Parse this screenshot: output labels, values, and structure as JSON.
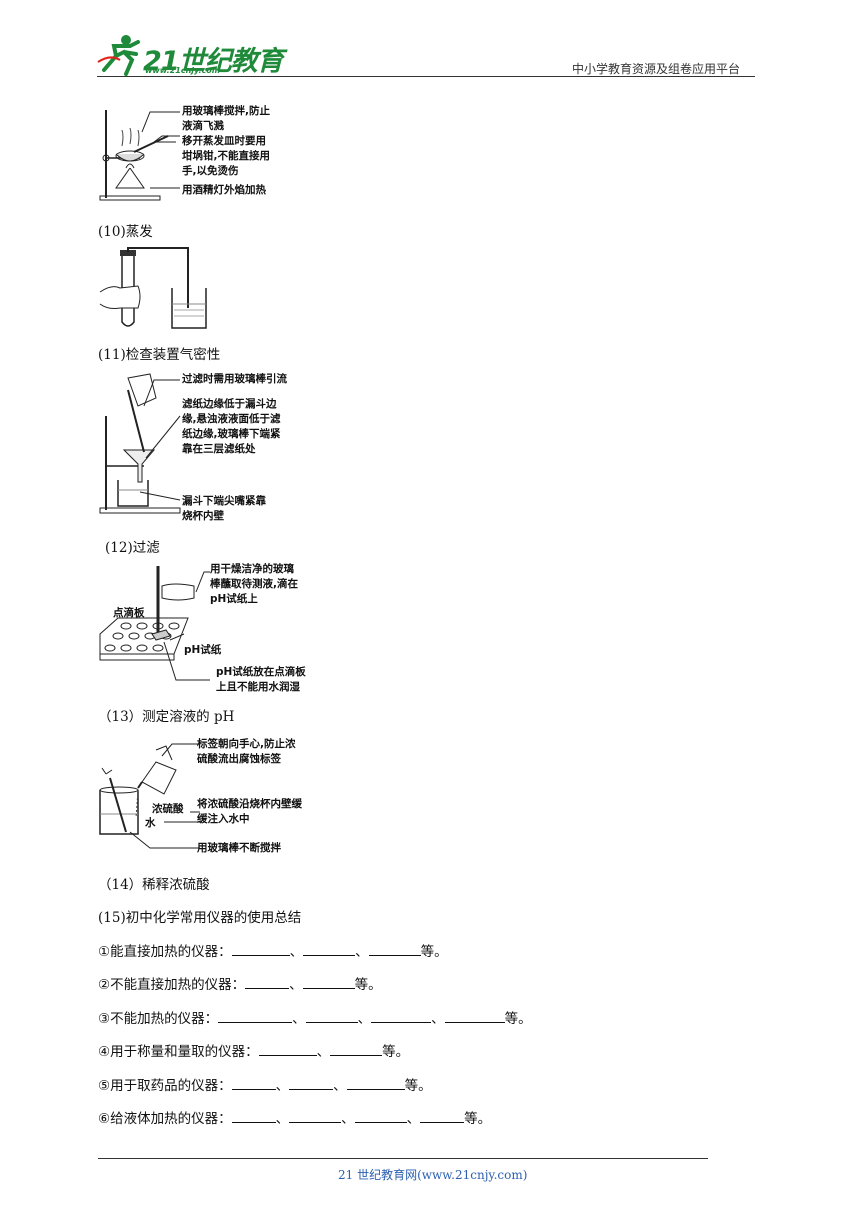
{
  "header": {
    "logo_text": "21世纪教育",
    "logo_url": "www.21cnjy.com",
    "platform": "中小学教育资源及组卷应用平台"
  },
  "section10": {
    "notes": [
      "用玻璃棒搅拌,防止",
      "液滴飞溅",
      "移开蒸发皿时要用",
      "坩埚钳,不能直接用",
      "手,以免烫伤",
      "用酒精灯外焰加热"
    ],
    "caption": "(10)蒸发"
  },
  "section11": {
    "caption": "(11)检查装置气密性"
  },
  "section12": {
    "notes": [
      "过滤时需用玻璃棒引流",
      "滤纸边缘低于漏斗边",
      "缘,悬浊液液面低于滤",
      "纸边缘,玻璃棒下端紧",
      "靠在三层滤纸处",
      "漏斗下端尖嘴紧靠",
      "烧杯内壁"
    ],
    "caption": "(12)过滤"
  },
  "section13": {
    "notes": [
      "用干燥洁净的玻璃",
      "棒蘸取待测液,滴在",
      "pH试纸上",
      "点滴板",
      "pH试纸",
      "pH试纸放在点滴板",
      "上且不能用水润湿"
    ],
    "caption": "（13）测定溶液的 pH"
  },
  "section14": {
    "notes": [
      "标签朝向手心,防止浓",
      "硫酸流出腐蚀标签",
      "浓硫酸",
      "将浓硫酸沿烧杯内壁缓",
      "缓注入水中",
      "水",
      "用玻璃棒不断搅拌"
    ],
    "caption": "（14）稀释浓硫酸"
  },
  "section15": {
    "title": "(15)初中化学常用仪器的使用总结",
    "items": [
      {
        "label": "①能直接加热的仪器：",
        "sep": "、",
        "end": "等。"
      },
      {
        "label": "②不能直接加热的仪器：",
        "sep": "、",
        "end": "等。"
      },
      {
        "label": "③不能加热的仪器：",
        "sep": "、",
        "end": "等。"
      },
      {
        "label": "④用于称量和量取的仪器：",
        "sep": "、",
        "end": "等。"
      },
      {
        "label": "⑤用于取药品的仪器：",
        "sep": "、",
        "end": "等。"
      },
      {
        "label": "⑥给液体加热的仪器：",
        "sep": "、",
        "end": "等。"
      }
    ]
  },
  "footer": {
    "text": "21 世纪教育网(www.21cnjy.com)"
  }
}
